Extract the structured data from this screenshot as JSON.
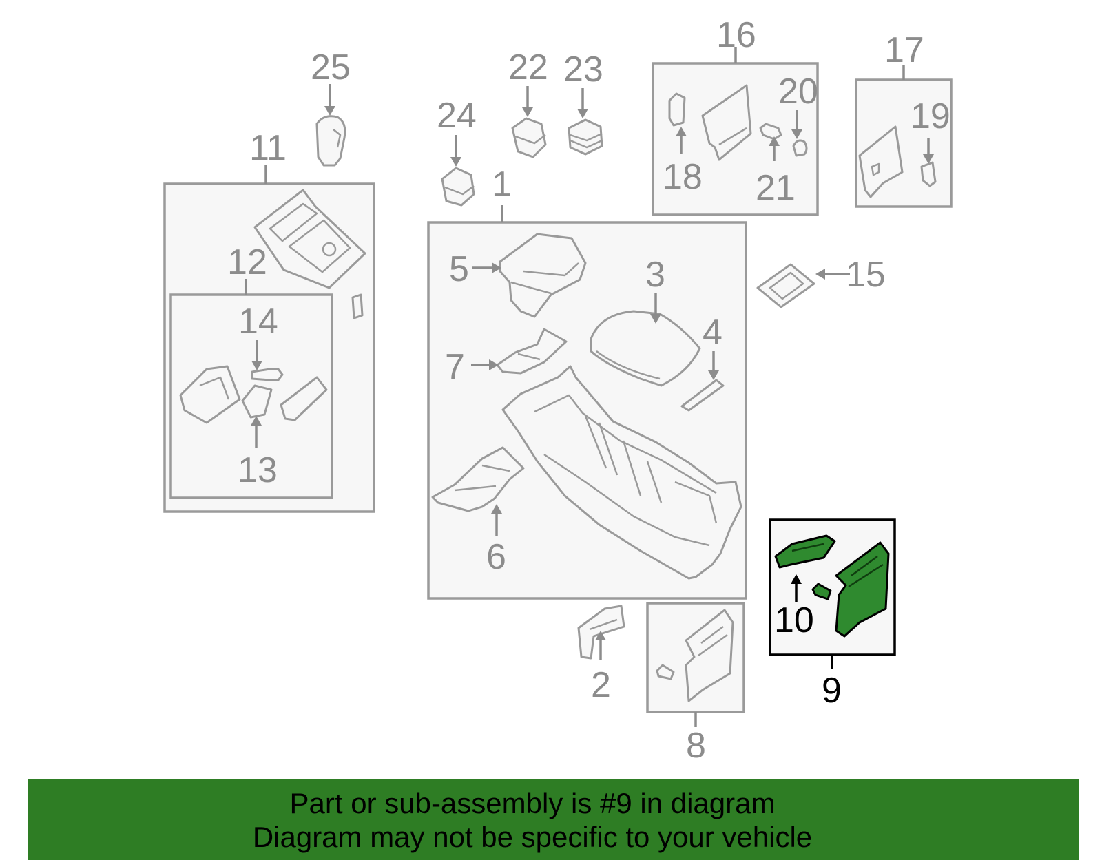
{
  "diagram": {
    "highlight_color": "#2e7d24",
    "labels": {
      "l1": "1",
      "l2": "2",
      "l3": "3",
      "l4": "4",
      "l5": "5",
      "l6": "6",
      "l7": "7",
      "l8": "8",
      "l9": "9",
      "l10": "10",
      "l11": "11",
      "l12": "12",
      "l13": "13",
      "l14": "14",
      "l15": "15",
      "l16": "16",
      "l17": "17",
      "l18": "18",
      "l19": "19",
      "l20": "20",
      "l21": "21",
      "l22": "22",
      "l23": "23",
      "l24": "24",
      "l25": "25"
    }
  },
  "banner": {
    "line1": "Part or sub-assembly is #9 in diagram",
    "line2": "Diagram may not be specific to your vehicle"
  }
}
